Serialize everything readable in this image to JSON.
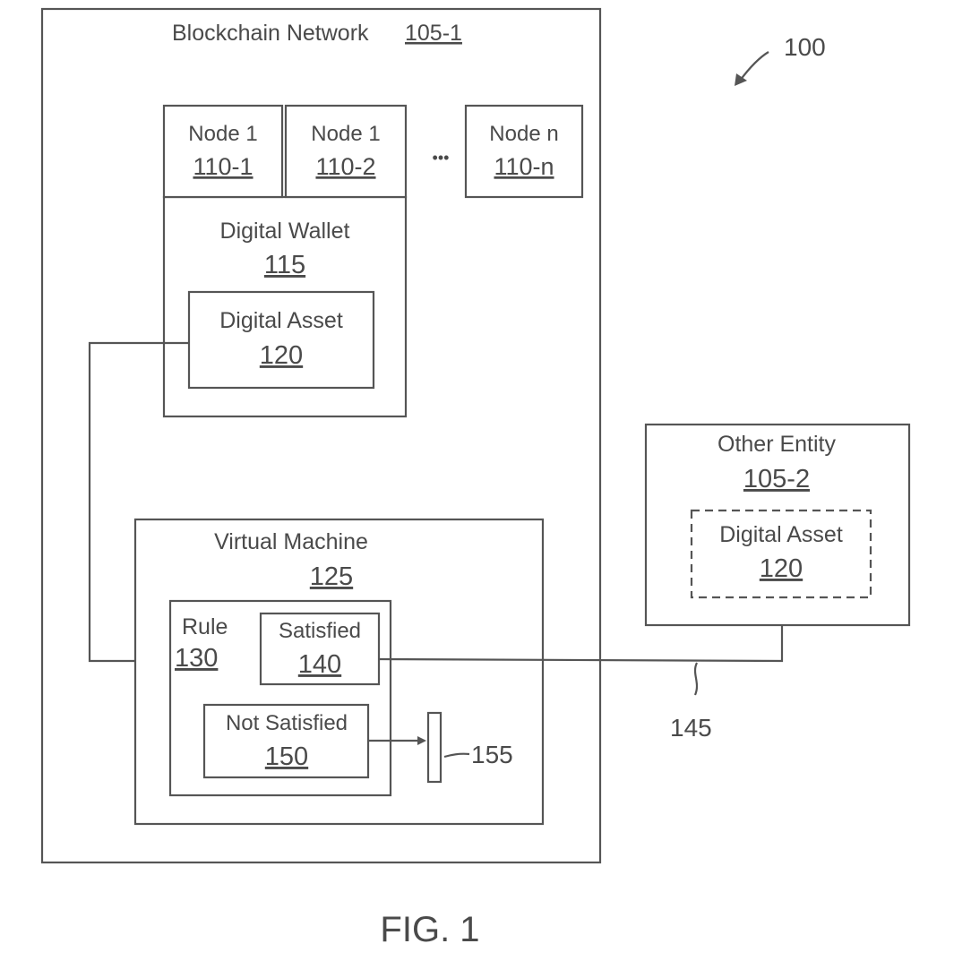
{
  "figure": {
    "ref_100": "100",
    "caption": "FIG. 1"
  },
  "blockchain_network": {
    "label": "Blockchain Network",
    "ref": "105-1",
    "nodes": [
      {
        "label": "Node 1",
        "ref": "110-1"
      },
      {
        "label": "Node 1",
        "ref": "110-2"
      },
      {
        "label": "Node n",
        "ref": "110-n"
      }
    ],
    "ellipsis": "•••",
    "wallet": {
      "label": "Digital Wallet",
      "ref": "115",
      "asset": {
        "label": "Digital Asset",
        "ref": "120"
      }
    },
    "virtual_machine": {
      "label": "Virtual Machine",
      "ref": "125",
      "rule": {
        "label": "Rule",
        "ref": "130"
      },
      "satisfied": {
        "label": "Satisfied",
        "ref": "140"
      },
      "not_satisfied": {
        "label": "Not Satisfied",
        "ref": "150"
      },
      "ref_155": "155"
    }
  },
  "other_entity": {
    "label": "Other Entity",
    "ref": "105-2",
    "asset": {
      "label": "Digital Asset",
      "ref": "120"
    }
  },
  "ref_145": "145"
}
